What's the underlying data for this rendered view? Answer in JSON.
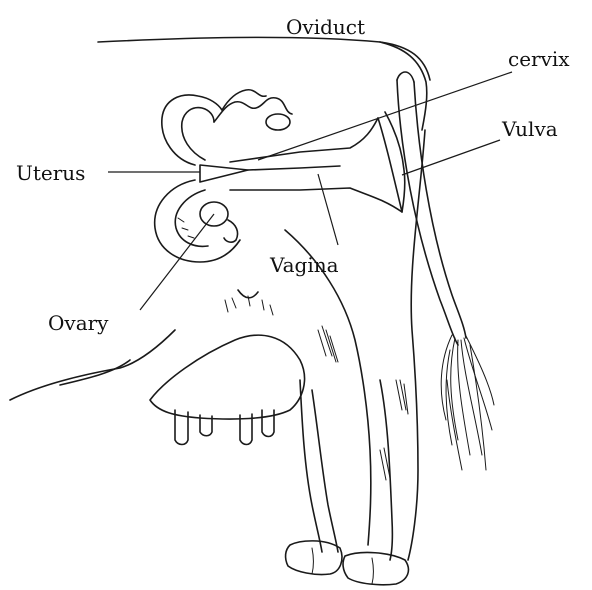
{
  "diagram": {
    "labels": {
      "oviduct": "Oviduct",
      "cervix": "cervix",
      "vulva": "Vulva",
      "uterus": "Uterus",
      "vagina": "Vagina",
      "ovary": "Ovary"
    },
    "ink_color": "#1a1a1a",
    "background_color": "#ffffff"
  }
}
